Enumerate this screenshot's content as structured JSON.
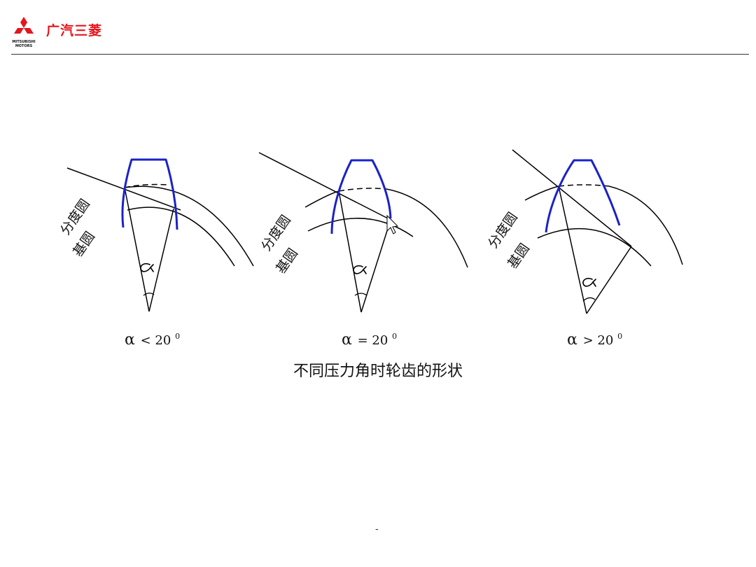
{
  "header": {
    "brand_name": "广汽三菱",
    "logo_line1": "MITSUBISHI",
    "logo_line2": "MOTORS",
    "brand_color": "#e4161c"
  },
  "diagram": {
    "panels": [
      {
        "label_pitch": "分度圆",
        "label_base": "基圆",
        "alpha_symbol": "α",
        "relation": "<",
        "value": "20",
        "superscript": "0"
      },
      {
        "label_pitch": "分度圆",
        "label_base": "基圆",
        "alpha_symbol": "α",
        "relation": "=",
        "value": "20",
        "superscript": "0"
      },
      {
        "label_pitch": "分度圆",
        "label_base": "基圆",
        "alpha_symbol": "α",
        "relation": ">",
        "value": "20",
        "superscript": "0"
      }
    ],
    "tooth_color": "#1a22c8",
    "line_color": "#000000"
  },
  "caption": "不同压力角时轮齿的形状",
  "page_marker": "-"
}
